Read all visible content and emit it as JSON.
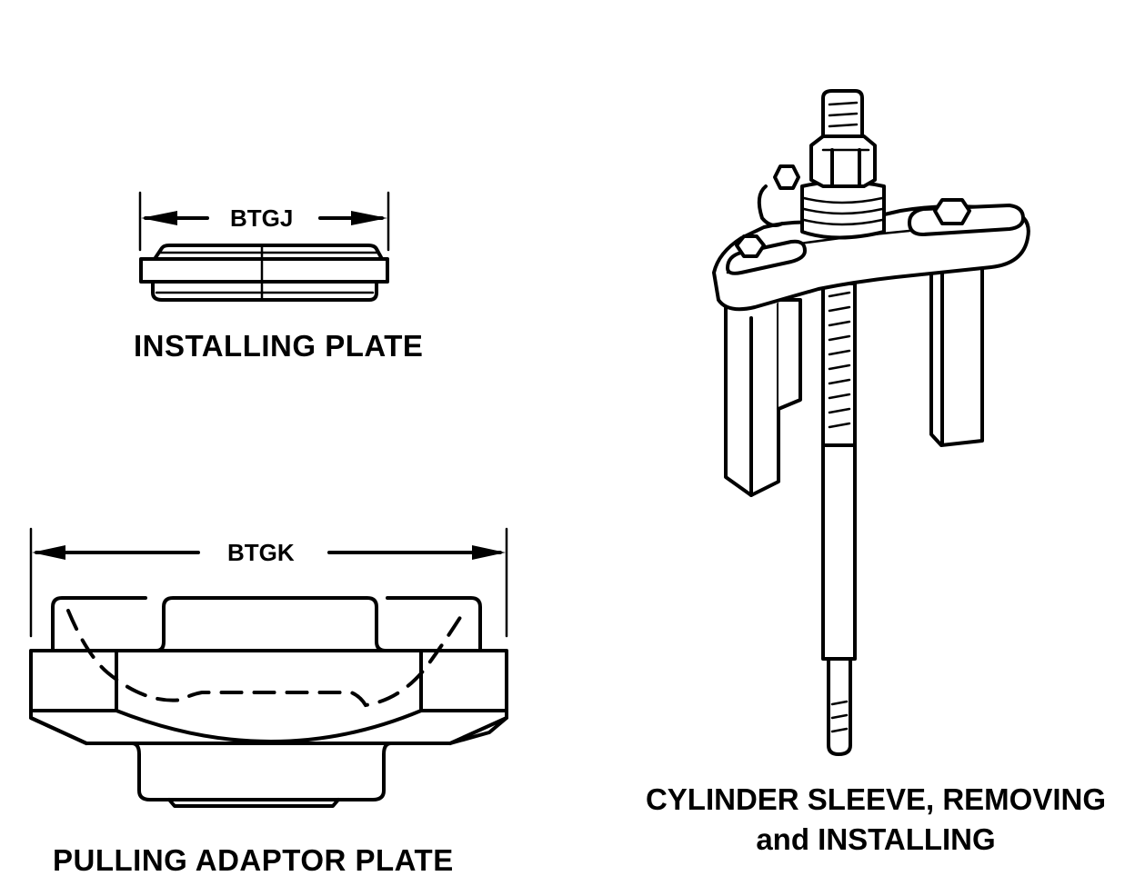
{
  "figures": [
    {
      "id": "installing-plate",
      "dimension_label": "BTGJ",
      "caption": "INSTALLING PLATE"
    },
    {
      "id": "pulling-adaptor-plate",
      "dimension_label": "BTGK",
      "caption": "PULLING ADAPTOR PLATE"
    },
    {
      "id": "cylinder-sleeve-tool",
      "caption_line1": "CYLINDER SLEEVE, REMOVING",
      "caption_line2": "and INSTALLING"
    }
  ],
  "colors": {
    "ink": "#000000",
    "background": "#ffffff"
  }
}
